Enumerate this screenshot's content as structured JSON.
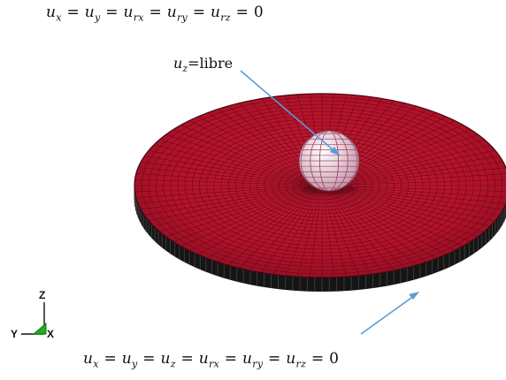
{
  "constraints": {
    "top_equation": "u_x = u_y = u_rx = u_ry = u_rz = 0",
    "top_terms": [
      {
        "sym": "u",
        "sub": "x"
      },
      {
        "sym": "u",
        "sub": "y"
      },
      {
        "sym": "u",
        "sub": "rx"
      },
      {
        "sym": "u",
        "sub": "ry"
      },
      {
        "sym": "u",
        "sub": "rz"
      }
    ],
    "top_value": "0",
    "bottom_equation": "u_x = u_y = u_z = u_rx = u_ry = u_rz = 0",
    "bottom_terms": [
      {
        "sym": "u",
        "sub": "x"
      },
      {
        "sym": "u",
        "sub": "y"
      },
      {
        "sym": "u",
        "sub": "z"
      },
      {
        "sym": "u",
        "sub": "rx"
      },
      {
        "sym": "u",
        "sub": "ry"
      },
      {
        "sym": "u",
        "sub": "rz"
      }
    ],
    "bottom_value": "0"
  },
  "sphere_label": {
    "sym": "u",
    "sub": "z",
    "text": "=libre"
  },
  "triad": {
    "z_label": "Z",
    "y_label": "Y",
    "x_label": "X"
  },
  "colors": {
    "disk_fill": "#b3122a",
    "disk_mesh": "#6a0a18",
    "disk_edge": "#1a1a1a",
    "sphere_fill": "#e6c6d2",
    "sphere_mesh": "#9c4a66",
    "leader_line": "#5b9bd5",
    "triad_green": "#22aa22"
  }
}
